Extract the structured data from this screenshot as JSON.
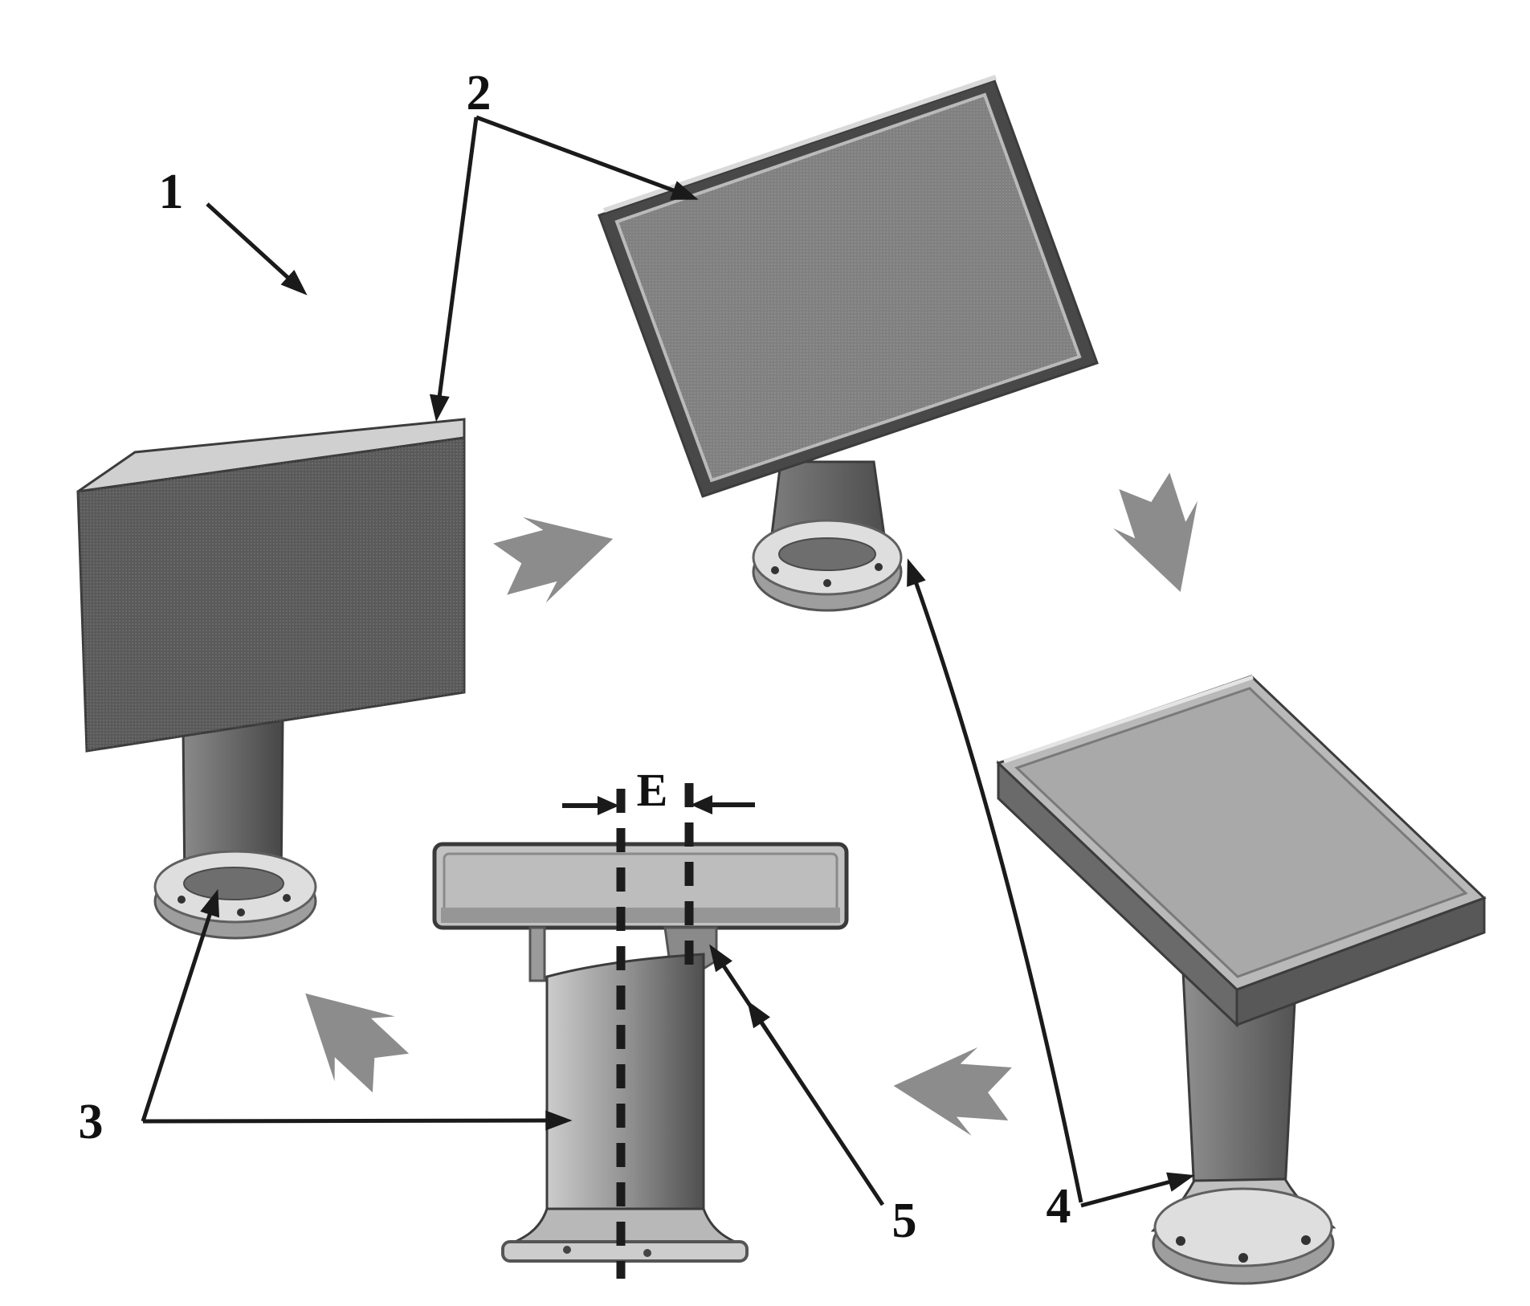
{
  "page": {
    "background": "#ffffff",
    "description": "Patent-style figure of a flat display panel mounted on a cylindrical pedestal, shown in four orientations arranged in a cycle (vertical front view, tilted view, horizontal face-up view, and a side elevation), with reference numerals and an offset dimension E between the pedestal axis and the panel pivot axis."
  },
  "colors": {
    "background": "#ffffff",
    "line": "#1a1a1a",
    "panel_dark_face": "#5a5a5a",
    "panel_frame_dark": "#484848",
    "panel_screen_mid": "#808080",
    "panel_light_face": "#b9b9b9",
    "panel_top_light": "#d0d0d0",
    "pedestal_dark": "#4f4f4f",
    "pedestal_light": "#cfcfcf",
    "flange_light": "#dedede",
    "flange_shadow": "#9e9e9e",
    "cycle_arrow": "#8c8c8c"
  },
  "labels": {
    "ref1": "1",
    "ref2": "2",
    "ref3": "3",
    "ref4": "4",
    "ref5": "5",
    "dimension": "E"
  }
}
